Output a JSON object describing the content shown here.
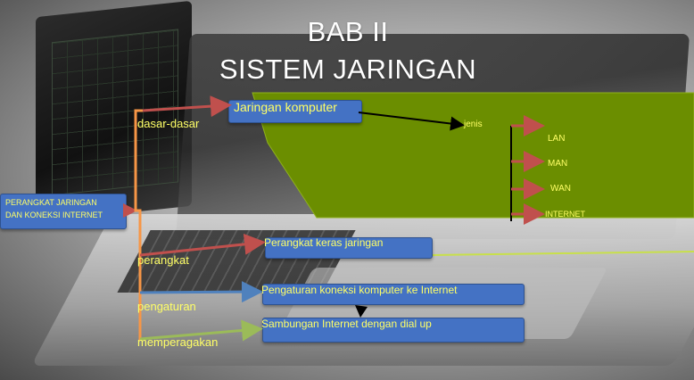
{
  "title": {
    "line1": "BAB II",
    "line2": "SISTEM JARINGAN"
  },
  "root": {
    "text_line1": "PERANGKAT JARINGAN",
    "text_line2": "DAN  KONEKSI INTERNET"
  },
  "branches": [
    {
      "label": "dasar-dasar",
      "target": "Jaringan komputer"
    },
    {
      "label": "perangkat",
      "target": "Perangkat keras jaringan"
    },
    {
      "label": "pengaturan",
      "target": "Pengaturan koneksi komputer ke Internet"
    },
    {
      "label": "memperagakan",
      "target": "Sambungan Internet dengan dial up"
    }
  ],
  "jenis": {
    "label": "jenis",
    "items": [
      "LAN",
      "MAN",
      "WAN",
      "INTERNET"
    ]
  },
  "colors": {
    "accent_green": "#6b8e00",
    "box_blue": "#4472c4",
    "text_yellow": "#ffff66",
    "arrow_red": "#c0504d",
    "line_orange": "#f79646",
    "arrow_blue": "#4f81bd",
    "arrow_green": "#9bbb59"
  }
}
